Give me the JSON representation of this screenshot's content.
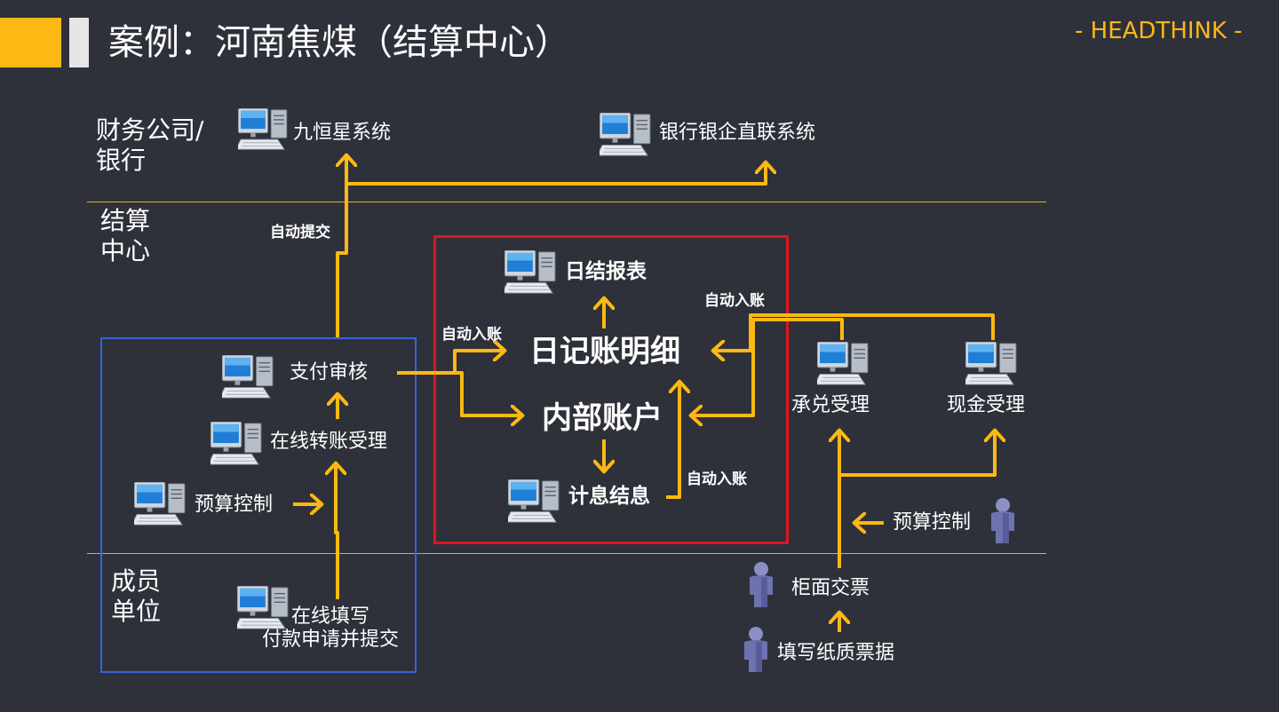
{
  "header": {
    "title": "案例：河南焦煤（结算中心）",
    "brand": "- HEADTHINK -"
  },
  "layers": {
    "top": "财务公司/\n银行",
    "middle": "结算\n中心",
    "bottom": "成员\n单位"
  },
  "nodes": {
    "jiuhengxing": "九恒星系统",
    "bank_direct": "银行银企直联系统",
    "daily_report": "日结报表",
    "journal_detail": "日记账明细",
    "internal_account": "内部账户",
    "interest_settlement": "计息结息",
    "payment_review": "支付审核",
    "online_transfer": "在线转账受理",
    "budget_control_left": "预算控制",
    "online_fill": "在线填写\n付款申请并提交",
    "acceptance": "承兑受理",
    "cash_acceptance": "现金受理",
    "budget_control_right": "预算控制",
    "counter_ticket": "柜面交票",
    "fill_paper": "填写纸质票据"
  },
  "edge_labels": {
    "auto_submit": "自动提交",
    "auto_post_left": "自动入账",
    "auto_post_right": "自动入账",
    "auto_post_bottom": "自动入账"
  },
  "icons": {
    "computer": "computer-icon",
    "person": "person-icon"
  },
  "colors": {
    "background": "#2e313a",
    "arrow": "#fdb813",
    "red_box": "#e0141e",
    "blue_box": "#3a63d8",
    "divider": "#e0b020",
    "brand": "#fdb813"
  }
}
